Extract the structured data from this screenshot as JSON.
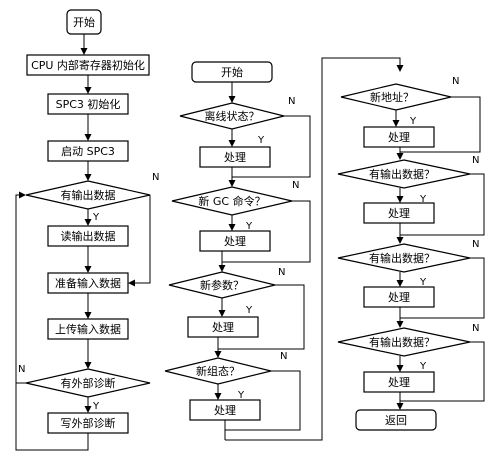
{
  "diagram": {
    "col1": {
      "start": "开始",
      "cpu_init": "CPU 内部寄存器初始化",
      "spc3_init": "SPC3 初始化",
      "start_spc3": "启动 SPC3",
      "has_output": "有输出数据",
      "read_output": "读输出数据",
      "prepare_input": "准备输入数据",
      "upload_input": "上传输入数据",
      "has_ext_diag": "有外部诊断",
      "write_ext_diag": "写外部诊断"
    },
    "col2": {
      "start": "开始",
      "offline_state": "离线状态？",
      "process1": "处理",
      "new_gc": "新 GC 命令？",
      "process2": "处理",
      "new_param": "新参数？",
      "process3": "处理",
      "new_config": "新组态？",
      "process4": "处理"
    },
    "col3": {
      "new_address": "新地址？",
      "process1": "处理",
      "has_output1": "有输出数据？",
      "process2": "处理",
      "has_output2": "有输出数据？",
      "process3": "处理",
      "has_output3": "有输出数据？",
      "process4": "处理",
      "return": "返回"
    },
    "yes": "Y",
    "no": "N"
  }
}
